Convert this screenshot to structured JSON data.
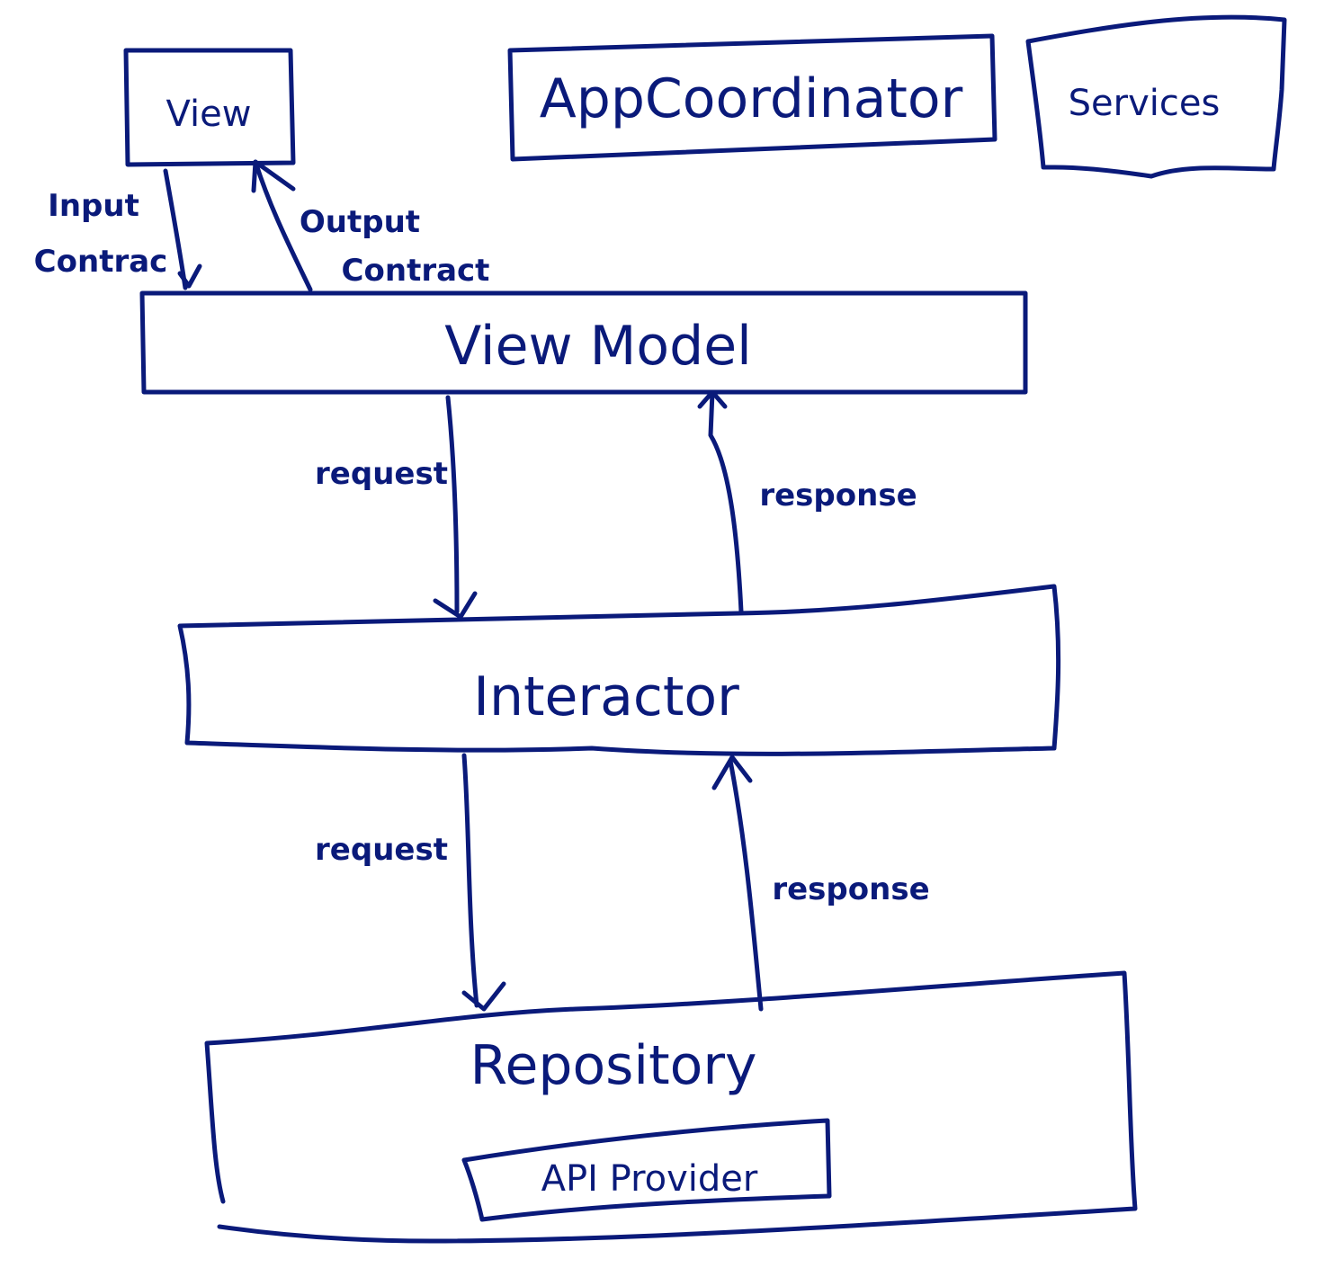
{
  "nodes": {
    "view": "View",
    "app_coordinator": "AppCoordinator",
    "services": "Services",
    "view_model": "View Model",
    "interactor": "Interactor",
    "repository": "Repository",
    "api_provider": "API Provider"
  },
  "edges": {
    "input_contract_line1": "Input",
    "input_contract_line2": "Contrac",
    "output_contract_line1": "Output",
    "output_contract_line2": "Contract",
    "vm_request": "request",
    "vm_response": "response",
    "int_request": "request",
    "int_response": "response"
  },
  "colors": {
    "ink": "#0a1a7a",
    "background": "#ffffff"
  }
}
